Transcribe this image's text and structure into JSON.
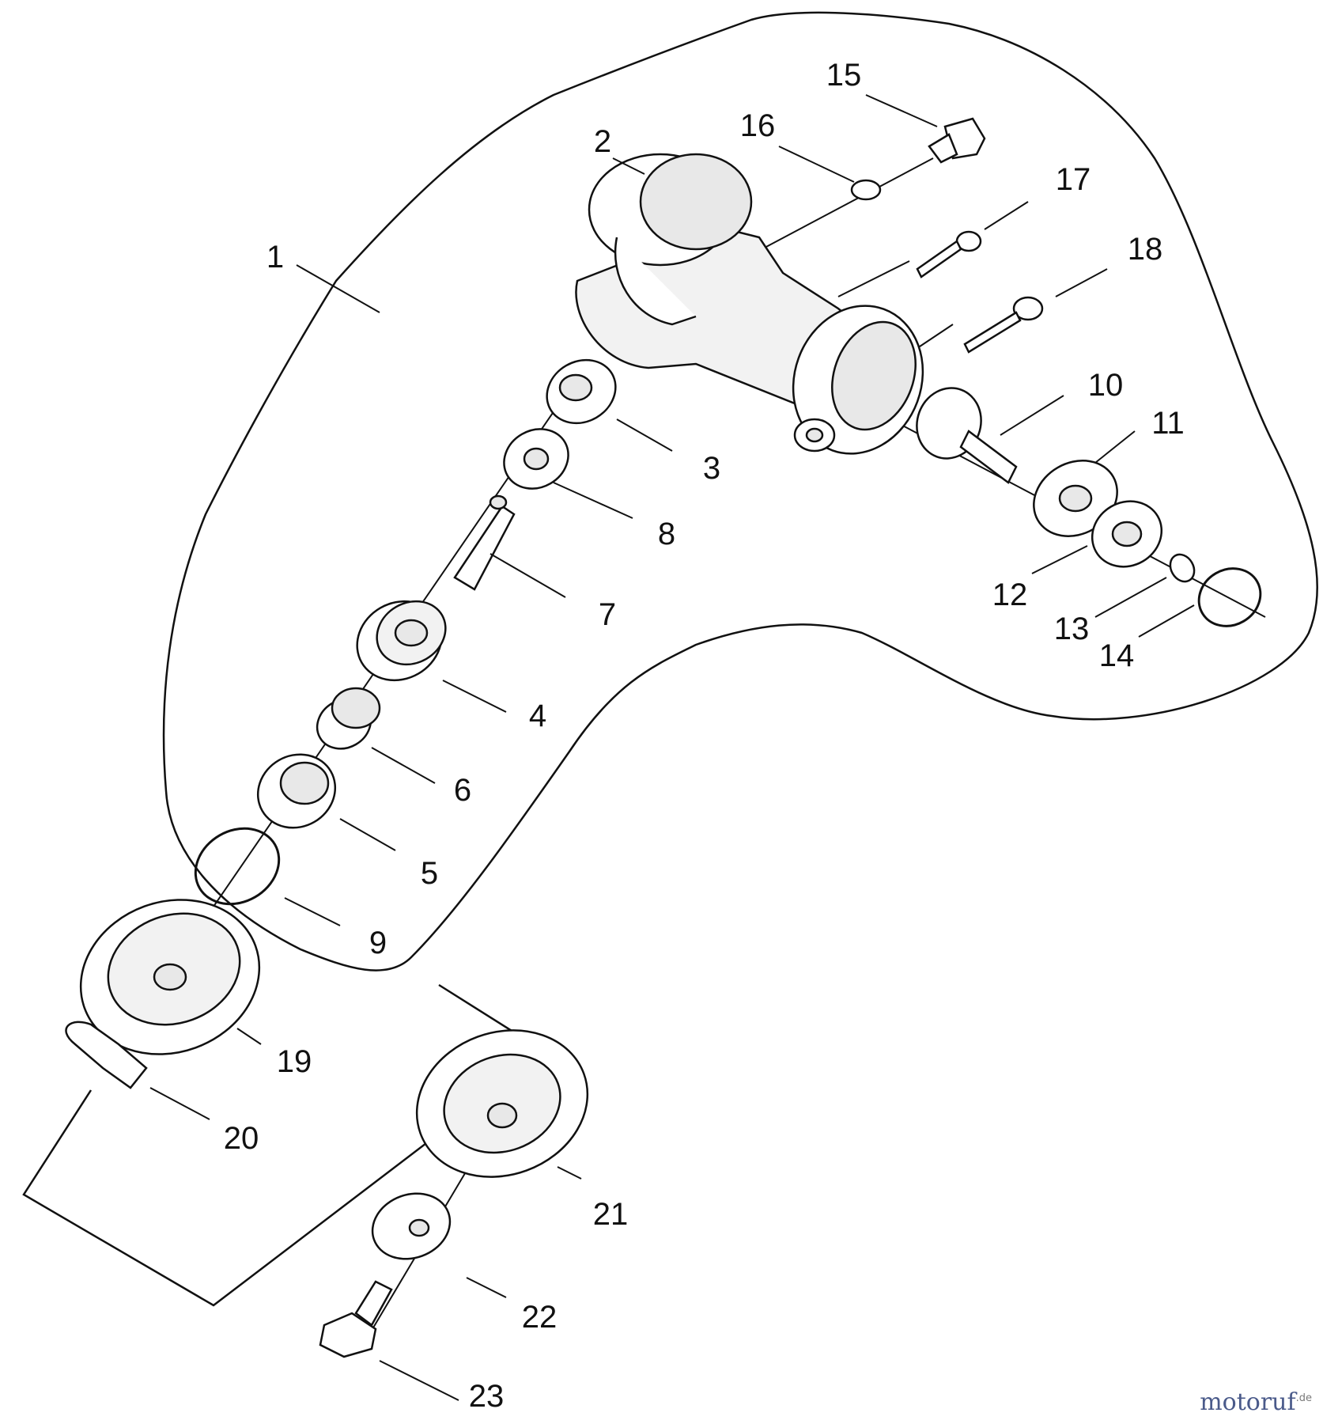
{
  "diagram": {
    "callouts": [
      "1",
      "2",
      "3",
      "4",
      "5",
      "6",
      "7",
      "8",
      "9",
      "10",
      "11",
      "12",
      "13",
      "14",
      "15",
      "16",
      "17",
      "18",
      "19",
      "20",
      "21",
      "22",
      "23"
    ]
  },
  "watermark": {
    "brand": "motoruf",
    "tld": ".de"
  },
  "colors": {
    "line": "#111111",
    "part_fill": "#ffffff",
    "part_shade": "#e8e8e8",
    "watermark": "#4a5a8a"
  }
}
